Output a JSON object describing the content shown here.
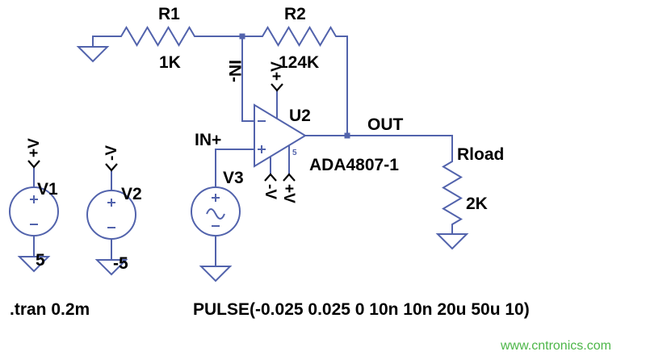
{
  "components": {
    "r1": {
      "name": "R1",
      "value": "1K"
    },
    "r2": {
      "name": "R2",
      "value": "124K"
    },
    "rload": {
      "name": "Rload",
      "value": "2K"
    },
    "u2": {
      "designator": "U2",
      "part": "ADA4807-1",
      "pin5": "5"
    },
    "v1": {
      "name": "V1",
      "value": "5"
    },
    "v2": {
      "name": "V2",
      "value": "-5"
    },
    "v3": {
      "name": "V3"
    }
  },
  "nets": {
    "in_minus": "IN-",
    "in_plus": "IN+",
    "out": "OUT",
    "v_plus": "+V",
    "v_minus": "-V"
  },
  "directives": {
    "tran": ".tran 0.2m",
    "pulse": "PULSE(-0.025 0.025 0 10n 10n 20u 50u 10)"
  },
  "watermark": "www.cntronics.com",
  "colors": {
    "wire": "#5263ac",
    "text": "#000000",
    "watermark": "#4cb648"
  }
}
